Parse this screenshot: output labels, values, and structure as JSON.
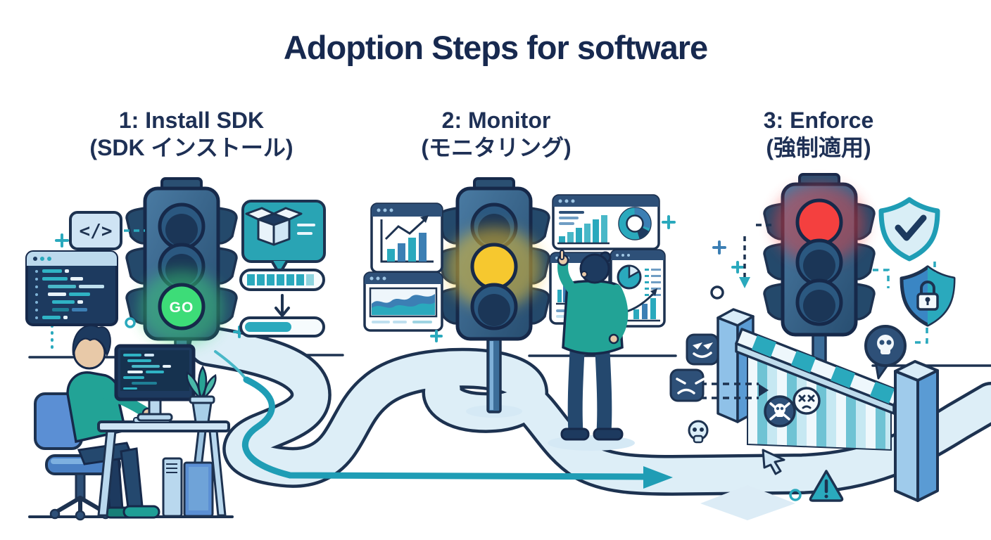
{
  "title": "Adoption Steps for software",
  "steps": [
    {
      "number": "1",
      "label": "1: Install SDK",
      "sublabel": "(SDK インストール)",
      "light_state": "green",
      "light_text": "GO"
    },
    {
      "number": "2",
      "label": "2: Monitor",
      "sublabel": "(モニタリング)",
      "light_state": "yellow"
    },
    {
      "number": "3",
      "label": "3: Enforce",
      "sublabel": "(強制適用)",
      "light_state": "red"
    }
  ],
  "icons": {
    "code_badge_text": "</>"
  },
  "colors": {
    "navy_text": "#17294f",
    "outline": "#1d3250",
    "teal": "#2aa9bd",
    "green": "#3ddc78",
    "yellow": "#f6c82f",
    "red": "#f4403f",
    "sweater_teal": "#22a396",
    "light_blue": "#ddeef7"
  }
}
